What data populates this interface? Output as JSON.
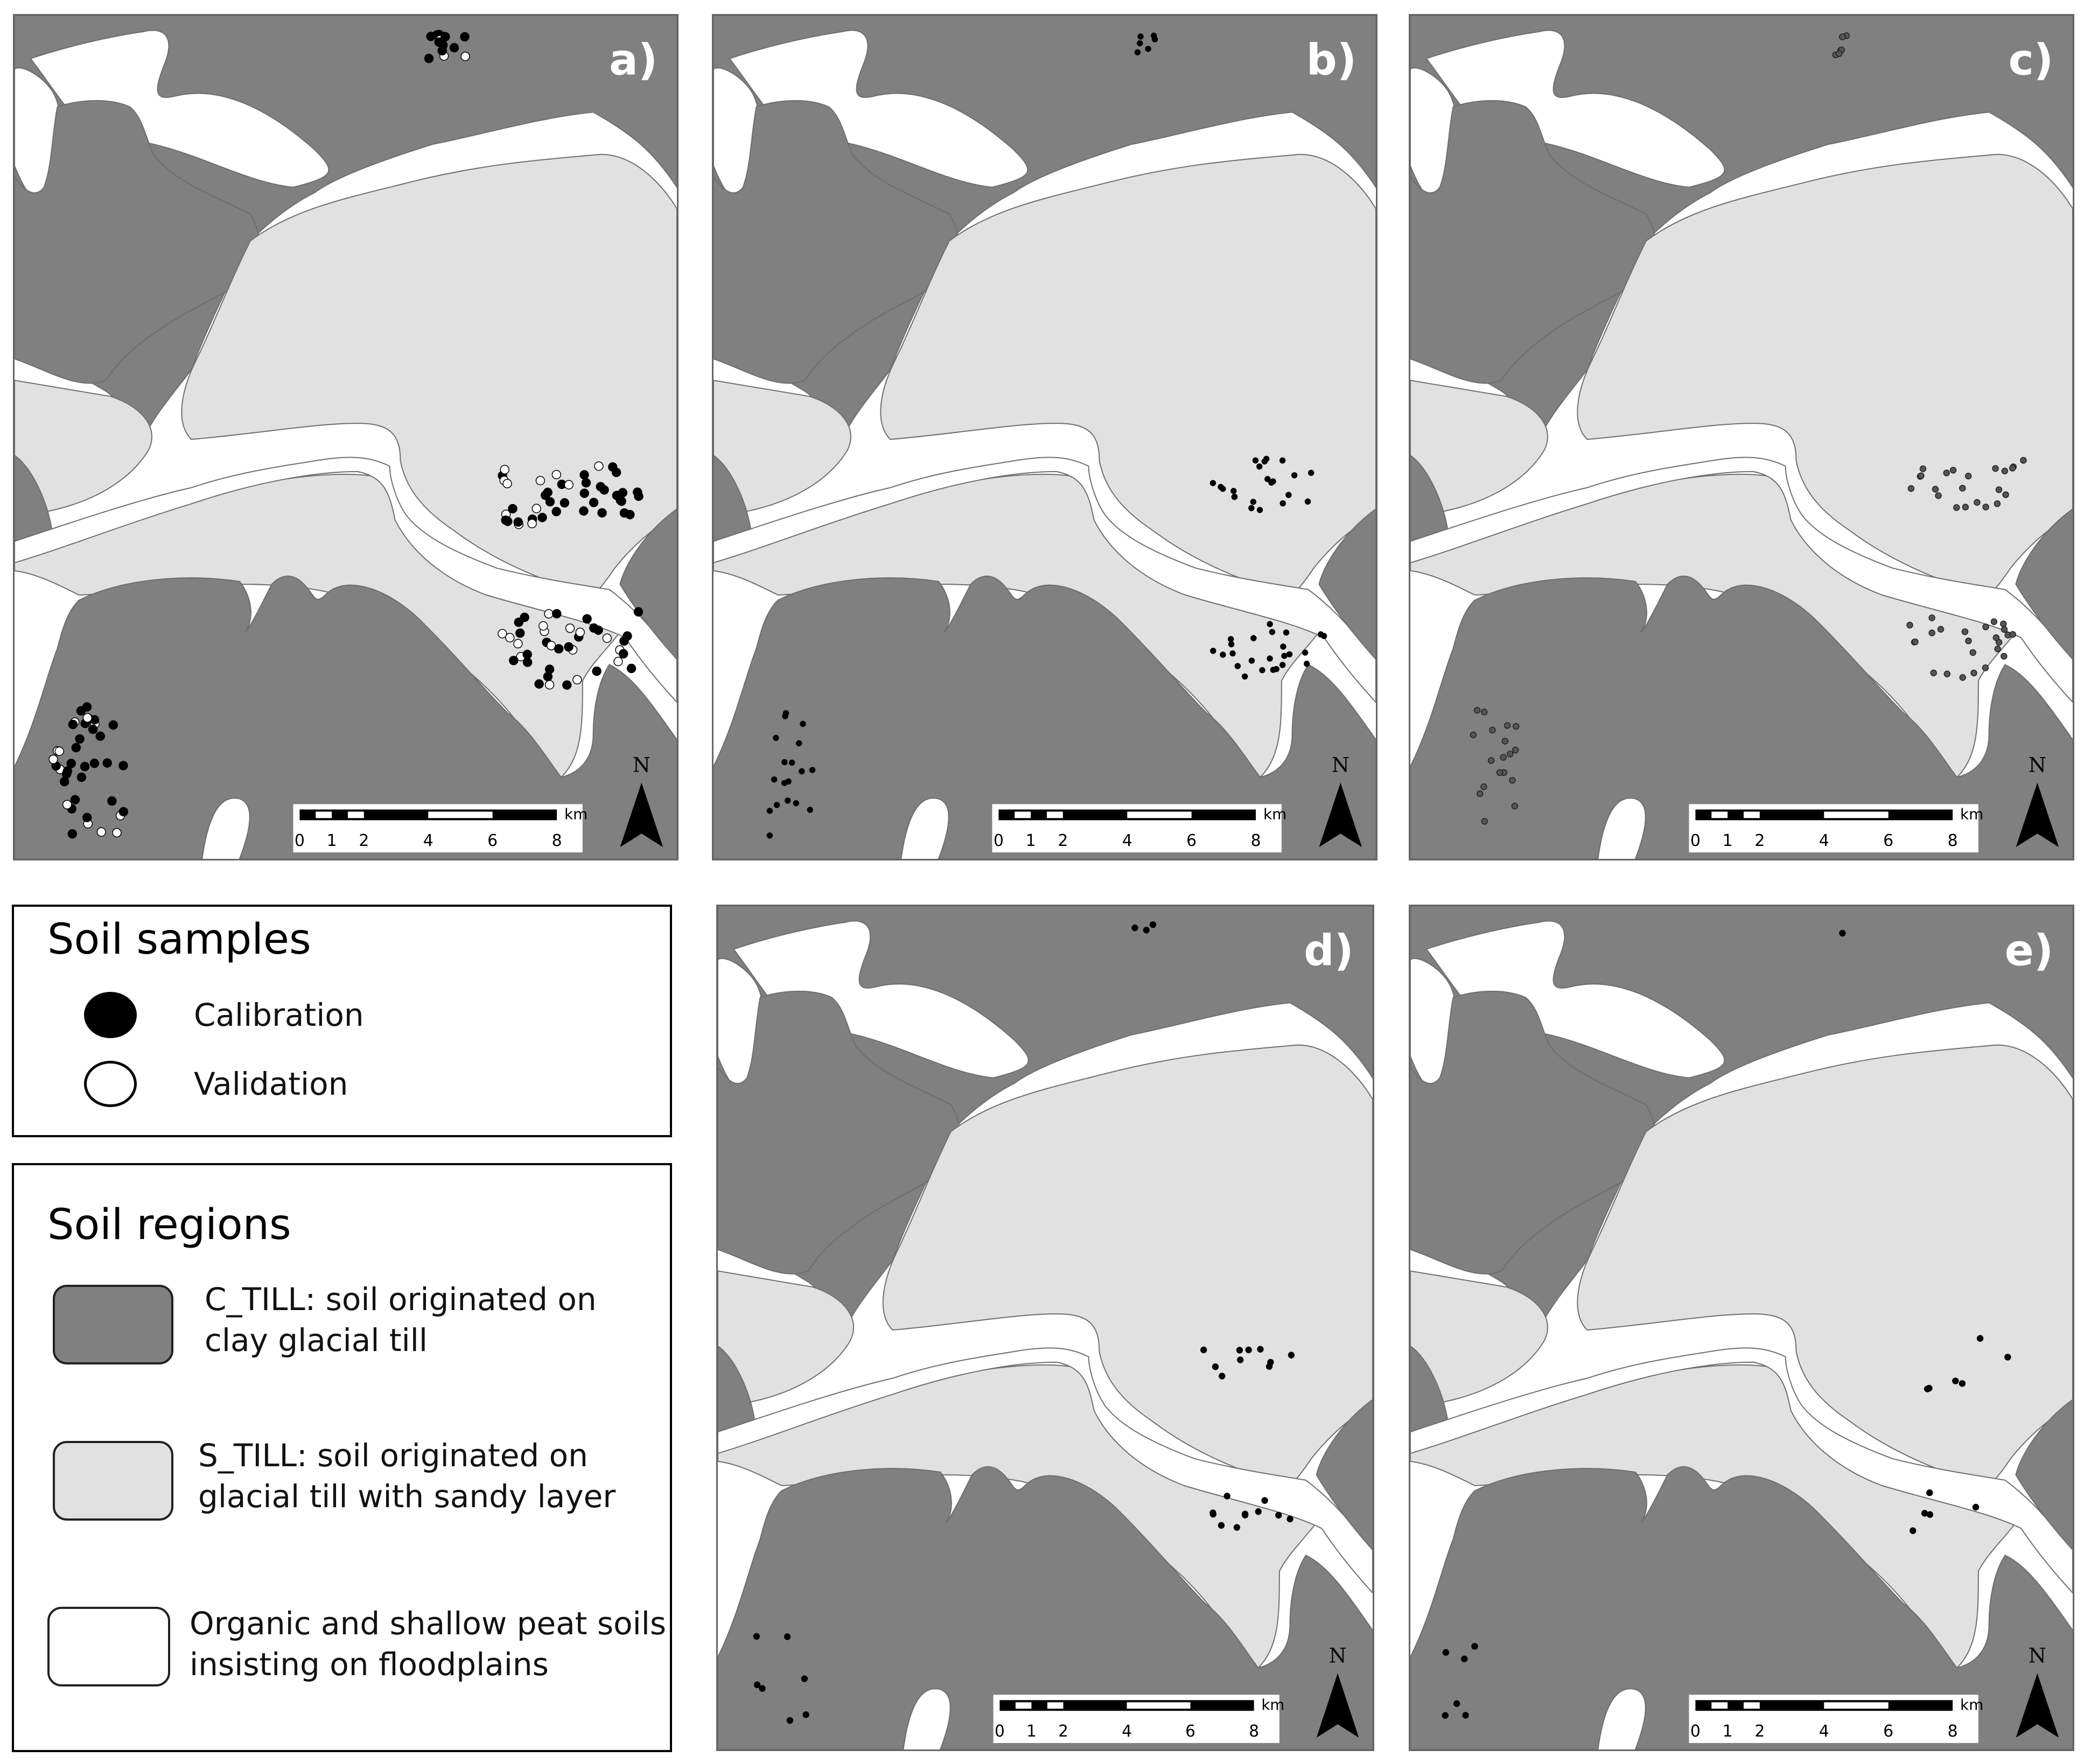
{
  "colors": {
    "clay": "#808080",
    "sandy": "#e1e1e1",
    "organic": "#ffffff",
    "outline": "#6e6e6e",
    "calibration_point": "#000000",
    "validation_point": "#ffffff",
    "panel_c_point": "#555555"
  },
  "panels": [
    {
      "label": "a)",
      "symbol_mode": "calibration-validation"
    },
    {
      "label": "b)",
      "symbol_mode": "calibration"
    },
    {
      "label": "c)",
      "symbol_mode": "gray"
    },
    {
      "label": "d)",
      "symbol_mode": "sparse"
    },
    {
      "label": "e)",
      "symbol_mode": "sparser"
    }
  ],
  "scale_bar": {
    "unit": "km",
    "ticks": [
      "0",
      "1",
      "2",
      "4",
      "6",
      "8"
    ]
  },
  "north_arrow": {
    "label": "N",
    "icon": "north-arrow-icon"
  },
  "legend_samples": {
    "title": "Soil samples",
    "items": [
      {
        "label": "Calibration",
        "symbol": "filled-circle"
      },
      {
        "label": "Validation",
        "symbol": "hollow-circle"
      }
    ]
  },
  "legend_regions": {
    "title": "Soil regions",
    "items": [
      {
        "line1": "C_TILL: soil originated on",
        "line2": "clay glacial till",
        "fill": "#808080"
      },
      {
        "line1": "S_TILL: soil originated on",
        "line2": "glacial till with sandy layer",
        "fill": "#e1e1e1"
      },
      {
        "line1": "Organic and shallow peat soils",
        "line2": "insisting on floodplains",
        "fill": "#ffffff"
      }
    ]
  }
}
